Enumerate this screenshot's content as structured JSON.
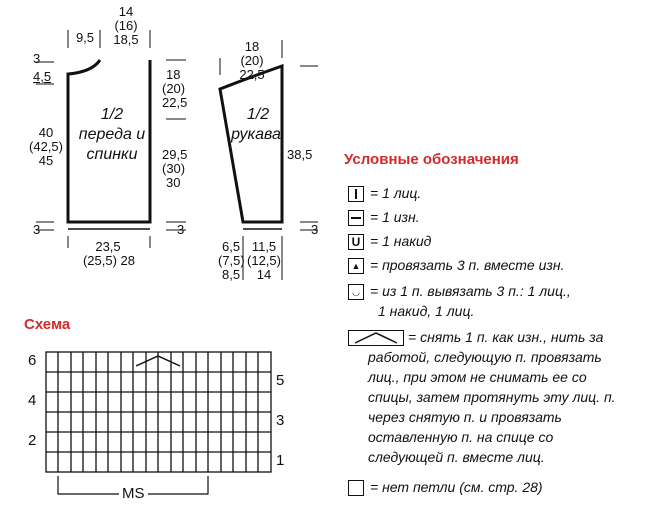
{
  "schematic": {
    "body": {
      "top_width": "14 (16) 18,5",
      "top_width_lines": [
        "14",
        "(16)",
        "18,5"
      ],
      "neck_width": "9,5",
      "neck_depth_top": "3",
      "neck_depth_bottom": "4,5",
      "height_lines": [
        "40",
        "(42,5)",
        "45"
      ],
      "armhole_lines": [
        "18",
        "(20)",
        "22,5"
      ],
      "side_lines": [
        "29,5",
        "(30)",
        "30"
      ],
      "hem_left": "3",
      "hem_right": "3",
      "bottom_width_lines": [
        "23,5",
        "(25,5) 28"
      ],
      "label_lines": [
        "1/2",
        "переда и",
        "спинки"
      ]
    },
    "sleeve": {
      "top_width_lines": [
        "18",
        "(20)",
        "22,5"
      ],
      "length": "38,5",
      "hem_right": "3",
      "bottom_left_lines": [
        "6,5",
        "(7,5)",
        "8,5"
      ],
      "bottom_right_lines": [
        "11,5",
        "(12,5)",
        "14"
      ],
      "label_lines": [
        "1/2",
        "рукава"
      ]
    }
  },
  "legend": {
    "title": "Условные обозначения",
    "items": [
      {
        "icon": "knit-stitch-icon",
        "text": "= 1 лиц."
      },
      {
        "icon": "purl-stitch-icon",
        "text": "= 1 изн."
      },
      {
        "icon": "yarn-over-icon",
        "text": "= 1 накид"
      },
      {
        "icon": "purl-3-together-icon",
        "text": "= провязать 3 п. вместе изн."
      },
      {
        "icon": "make-3-from-1-icon",
        "text_lines": [
          "= из 1 п. вывязать 3 п.: 1 лиц.,",
          "1 накид, 1 лиц."
        ]
      },
      {
        "icon": "slip-pass-over-icon",
        "text_lines": [
          "= снять 1 п. как изн., нить за",
          "работой, следующую п. провязать",
          "лиц., при этом не снимать ее со",
          "спицы, затем протянуть эту лиц. п.",
          "через снятую п. и провязать",
          "оставленную п. на спице со",
          "следующей п. вместе лиц."
        ]
      },
      {
        "icon": "no-stitch-icon",
        "text": "= нет петли (см. стр. 28)"
      }
    ]
  },
  "chart": {
    "title": "Схема",
    "left_row_numbers": [
      "6",
      "4",
      "2"
    ],
    "right_row_numbers": [
      "5",
      "3",
      "1"
    ],
    "repeat_label": "MS",
    "grid_rows": [
      "-------------------",
      "| | | | | | | | | |",
      "---------------------",
      "| | | | | | | | | |",
      "---------------------",
      "| | | | | | | | | |"
    ]
  },
  "colors": {
    "title": "#d42a2a",
    "ink": "#111111"
  }
}
